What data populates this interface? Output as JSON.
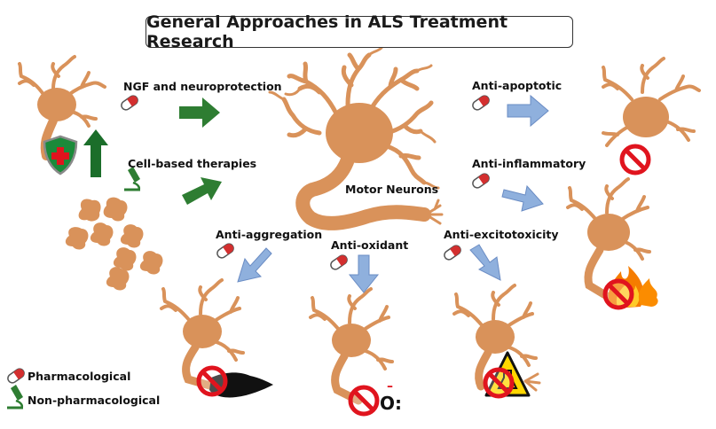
{
  "title": "General Approaches in ALS Treatment Research",
  "center_label": "Motor Neurons",
  "approaches": {
    "ngf": "NGF and neuroprotection",
    "cell": "Cell-based therapies",
    "apoptotic": "Anti-apoptotic",
    "inflammatory": "Anti-inflammatory",
    "aggregation": "Anti-aggregation",
    "oxidant": "Anti-oxidant",
    "excitotoxicity": "Anti-excitotoxicity"
  },
  "legend": {
    "pharma": "Pharmacological",
    "nonpharma": "Non-pharmacological"
  },
  "colors": {
    "neuron": "#d9925a",
    "green_arrow": "#2e7d32",
    "blue_arrow": "#8fb0dd",
    "prohibit": "#e0141e"
  }
}
